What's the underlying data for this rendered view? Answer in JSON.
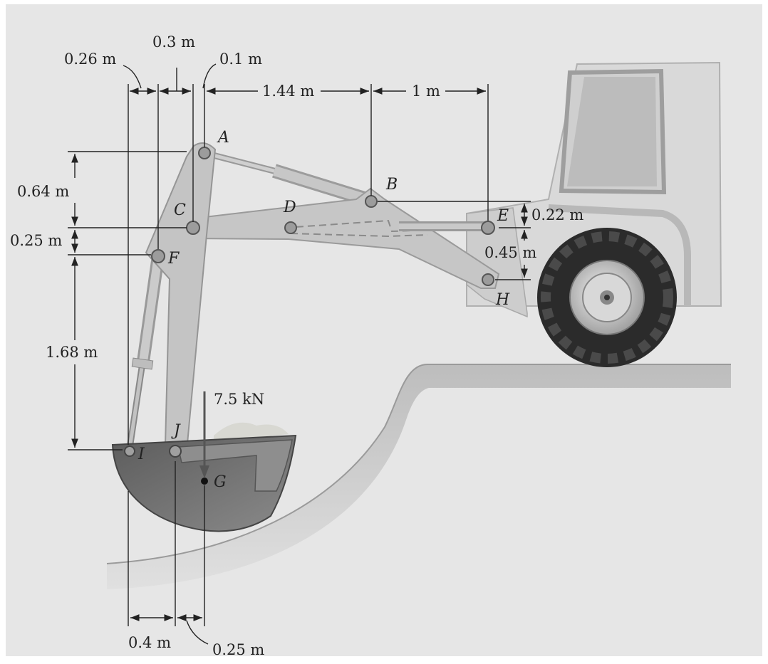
{
  "figure": {
    "points": {
      "A": "A",
      "B": "B",
      "C": "C",
      "D": "D",
      "E": "E",
      "F": "F",
      "G": "G",
      "H": "H",
      "I": "I",
      "J": "J"
    },
    "dimensions": {
      "d_026": "0.26 m",
      "d_03": "0.3 m",
      "d_01": "0.1 m",
      "d_144": "1.44 m",
      "d_1": "1 m",
      "d_064": "0.64 m",
      "d_025_left": "0.25 m",
      "d_168": "1.68 m",
      "d_022": "0.22 m",
      "d_045": "0.45 m",
      "d_04": "0.4 m",
      "d_025_bottom": "0.25 m"
    },
    "load": "7.5 kN"
  },
  "colors": {
    "background": "#e6e6e6",
    "boom": "#c8c8c8",
    "cylinder": "#b9b9b9",
    "bucket": "#6e6e6e",
    "ground": "#d2d2d2",
    "tire": "#2b2b2b",
    "truck": "#d9d9d9"
  }
}
